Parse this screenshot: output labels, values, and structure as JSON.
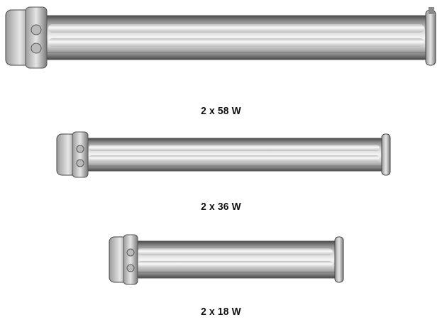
{
  "products": [
    {
      "label": "2 x 58 W"
    },
    {
      "label": "2 x 36 W"
    },
    {
      "label": "2 x 18 W"
    }
  ],
  "colors": {
    "background": "#ffffff",
    "metal_dark": "#6d6d6d",
    "metal_light": "#d9d9d9",
    "tube": "#f2f2f2",
    "caption": "#111111"
  }
}
